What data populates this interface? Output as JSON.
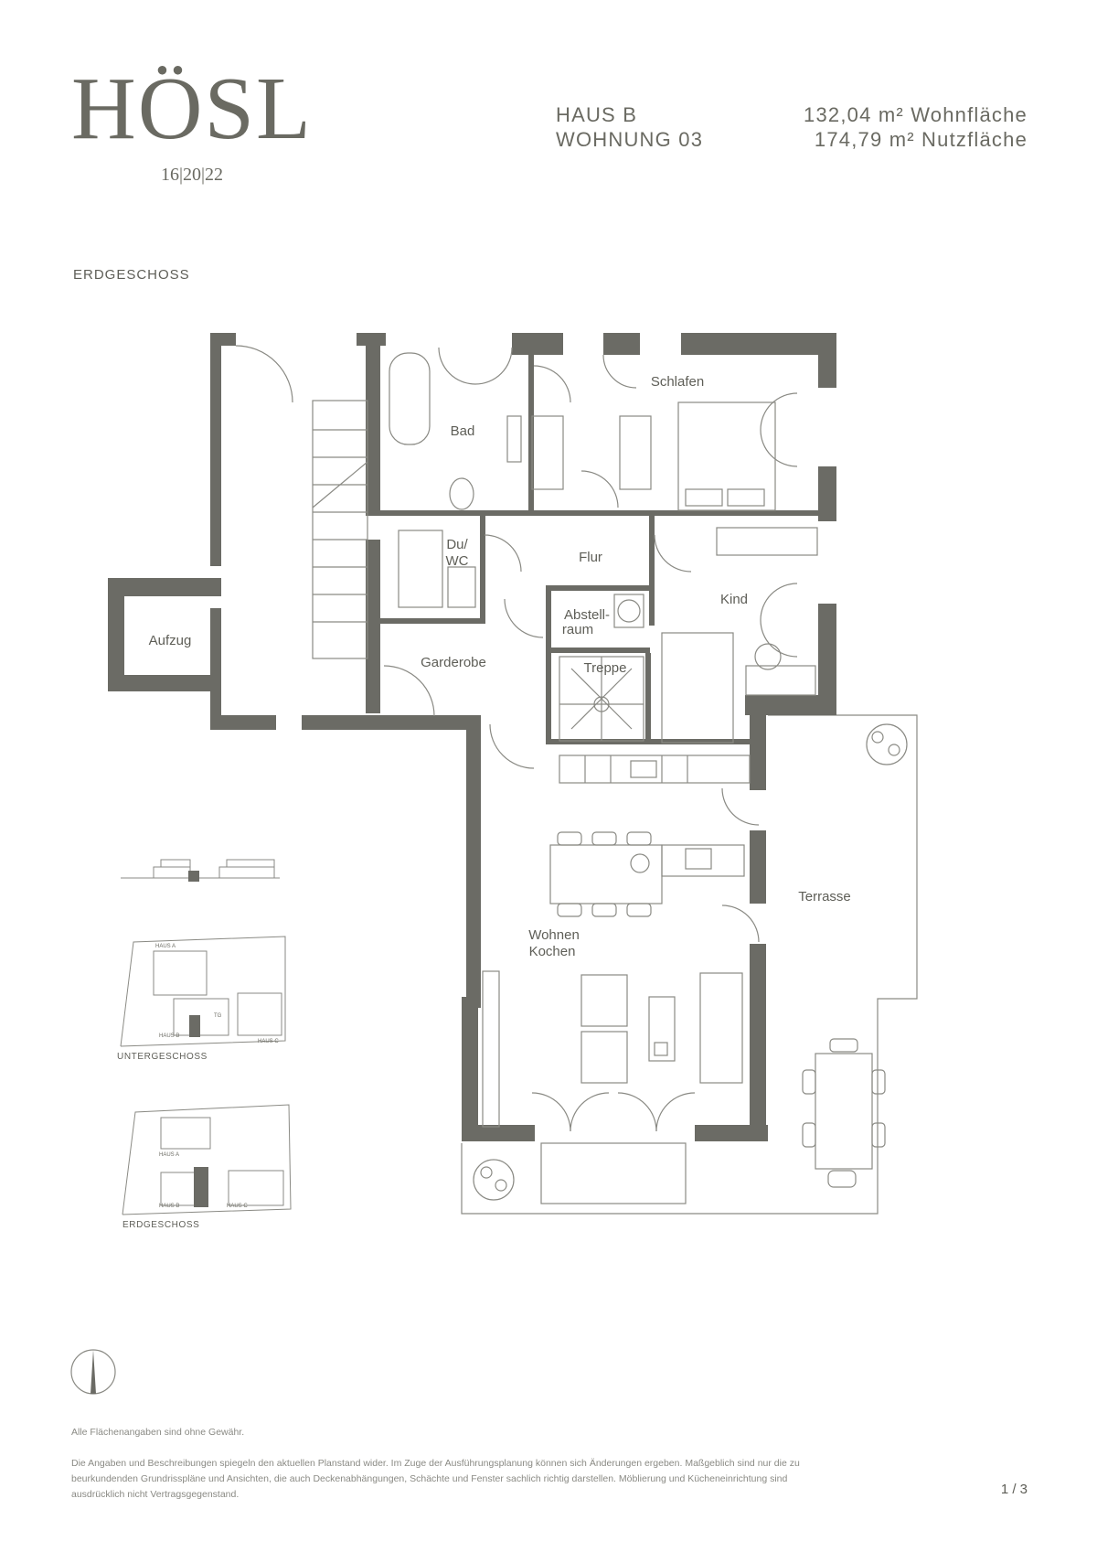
{
  "brand": {
    "name": "HÖSL",
    "subline": "16|20|22"
  },
  "header": {
    "haus": "HAUS B",
    "wohnung": "WOHNUNG 03",
    "wohnflaeche": "132,04 m² Wohnfläche",
    "nutzflaeche": "174,79 m² Nutzfläche"
  },
  "floor_label": "ERDGESCHOSS",
  "rooms": {
    "schlafen": "Schlafen",
    "bad": "Bad",
    "duwc_line1": "Du/",
    "duwc_line2": "WC",
    "flur": "Flur",
    "kind": "Kind",
    "abstell_line1": "Abstell-",
    "abstell_line2": "raum",
    "aufzug": "Aufzug",
    "garderobe": "Garderobe",
    "treppe": "Treppe",
    "wohnen": "Wohnen",
    "kochen": "Kochen",
    "terrasse": "Terrasse"
  },
  "site_plans": {
    "haus_a": "HAUS A",
    "haus_b": "HAUS B",
    "haus_c": "HAUS C",
    "tg": "TG",
    "untergeschoss": "UNTERGESCHOSS",
    "erdgeschoss": "ERDGESCHOSS"
  },
  "disclaimer": {
    "line1": "Alle Flächenangaben sind ohne Gewähr.",
    "line2": "Die Angaben und Beschreibungen spiegeln den aktuellen Planstand wider. Im Zuge der Ausführungsplanung können sich Änderungen ergeben. Maßgeblich sind nur die zu beurkundenden Grundrisspläne und Ansichten, die auch Deckenabhängungen, Schächte und Fenster sachlich richtig darstellen. Möblierung und Kücheneinrichtung sind ausdrücklich nicht Vertragsgegenstand."
  },
  "page": "1 / 3",
  "colors": {
    "wall": "#6b6b65",
    "line": "#8a8a84",
    "text": "#5e5e57"
  }
}
